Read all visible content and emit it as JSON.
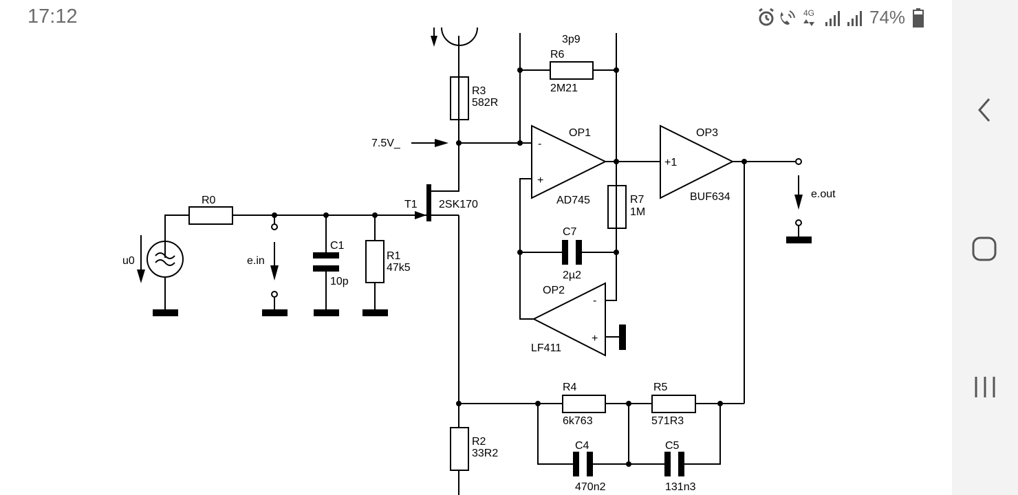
{
  "status_bar": {
    "time": "17:12",
    "network": "4G",
    "battery": "74%",
    "icons": [
      "alarm-icon",
      "wifi-calling-icon",
      "network-4g-icon",
      "signal-icon",
      "signal-icon",
      "battery-icon"
    ]
  },
  "schematic": {
    "input_resistor": "R0",
    "source": "u0",
    "input_port": "e.in",
    "c1_name": "C1",
    "c1_value": "10p",
    "r1_name": "R1",
    "r1_value": "47k5",
    "transistor_name": "T1",
    "transistor_part": "2SK170",
    "bias_voltage": "7.5V_",
    "r3_name": "R3",
    "r3_value": "582R",
    "r2_name": "R2",
    "r2_value": "33R2",
    "feedback_cap": "3p9",
    "r6_name": "R6",
    "r6_value": "2M21",
    "op1_name": "OP1",
    "op1_part": "AD745",
    "op1_minus": "-",
    "op1_plus": "+",
    "r7_name": "R7",
    "r7_value": "1M",
    "c7_name": "C7",
    "c7_value": "2µ2",
    "op2_name": "OP2",
    "op2_part": "LF411",
    "op2_minus": "-",
    "op2_plus": "+",
    "op3_name": "OP3",
    "op3_gain": "+1",
    "op3_part": "BUF634",
    "output_port": "e.out",
    "r4_name": "R4",
    "r4_value": "6k763",
    "r5_name": "R5",
    "r5_value": "571R3",
    "c4_name": "C4",
    "c4_value": "470n2",
    "c5_name": "C5",
    "c5_value": "131n3"
  },
  "navigation": {
    "icons": [
      "back-icon",
      "home-icon",
      "recent-apps-icon"
    ]
  }
}
